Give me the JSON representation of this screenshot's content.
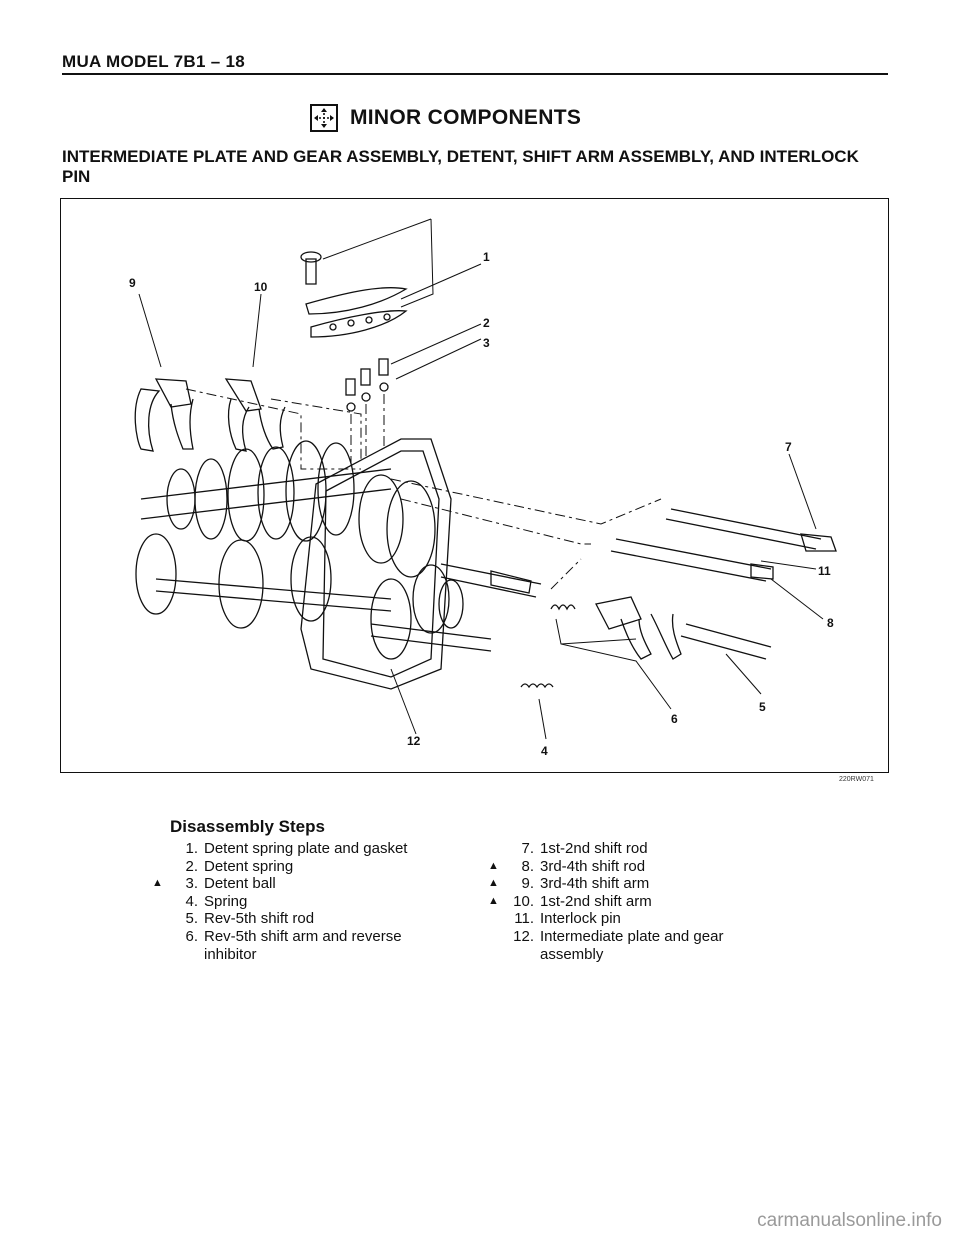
{
  "header": {
    "title": "MUA MODEL  7B1 – 18"
  },
  "section": {
    "title": "MINOR COMPONENTS",
    "icon": "disassembly-arrows-icon"
  },
  "subtitle": "INTERMEDIATE PLATE AND GEAR ASSEMBLY, DETENT, SHIFT ARM ASSEMBLY, AND INTERLOCK PIN",
  "figure": {
    "reference": "220RW071",
    "callouts": [
      "1",
      "2",
      "3",
      "4",
      "5",
      "6",
      "7",
      "8",
      "9",
      "10",
      "11",
      "12"
    ]
  },
  "steps": {
    "title": "Disassembly Steps",
    "left": [
      {
        "mark": "",
        "num": "1.",
        "text": "Detent spring plate and gasket"
      },
      {
        "mark": "",
        "num": "2.",
        "text": "Detent spring"
      },
      {
        "mark": "▲",
        "num": "3.",
        "text": "Detent ball"
      },
      {
        "mark": "",
        "num": "4.",
        "text": "Spring"
      },
      {
        "mark": "",
        "num": "5.",
        "text": "Rev-5th shift rod"
      },
      {
        "mark": "",
        "num": "6.",
        "text": "Rev-5th shift arm and reverse"
      },
      {
        "mark": "",
        "num": "",
        "text": "inhibitor"
      }
    ],
    "right": [
      {
        "mark": "",
        "num": "7.",
        "text": "1st-2nd shift rod"
      },
      {
        "mark": "▲",
        "num": "8.",
        "text": "3rd-4th shift rod"
      },
      {
        "mark": "▲",
        "num": "9.",
        "text": "3rd-4th shift arm"
      },
      {
        "mark": "▲",
        "num": "10.",
        "text": "1st-2nd shift arm"
      },
      {
        "mark": "",
        "num": "11.",
        "text": "Interlock pin"
      },
      {
        "mark": "",
        "num": "12.",
        "text": "Intermediate plate and gear"
      },
      {
        "mark": "",
        "num": "",
        "text": "assembly"
      }
    ]
  },
  "watermark": "carmanualsonline.info"
}
